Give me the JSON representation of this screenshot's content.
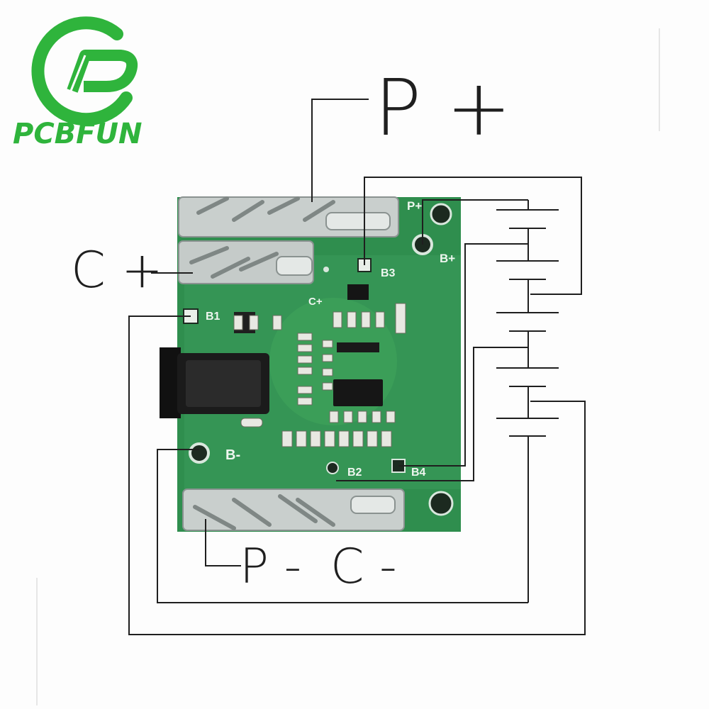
{
  "logo": {
    "text": "PCBFUN",
    "color": "#2fb43c"
  },
  "board": {
    "color": "#2f8e4e",
    "silk_labels": {
      "p_plus": "P+",
      "b_plus": "B+",
      "b1": "B1",
      "b2": "B2",
      "b3": "B3",
      "b4": "B4",
      "b_minus": "B-",
      "c_plus": "C+"
    }
  },
  "annotations": {
    "p_plus": "P +",
    "c_plus": "C +",
    "p_minus": "P -",
    "c_minus": "C -"
  },
  "battery": {
    "cell_count": 5
  }
}
